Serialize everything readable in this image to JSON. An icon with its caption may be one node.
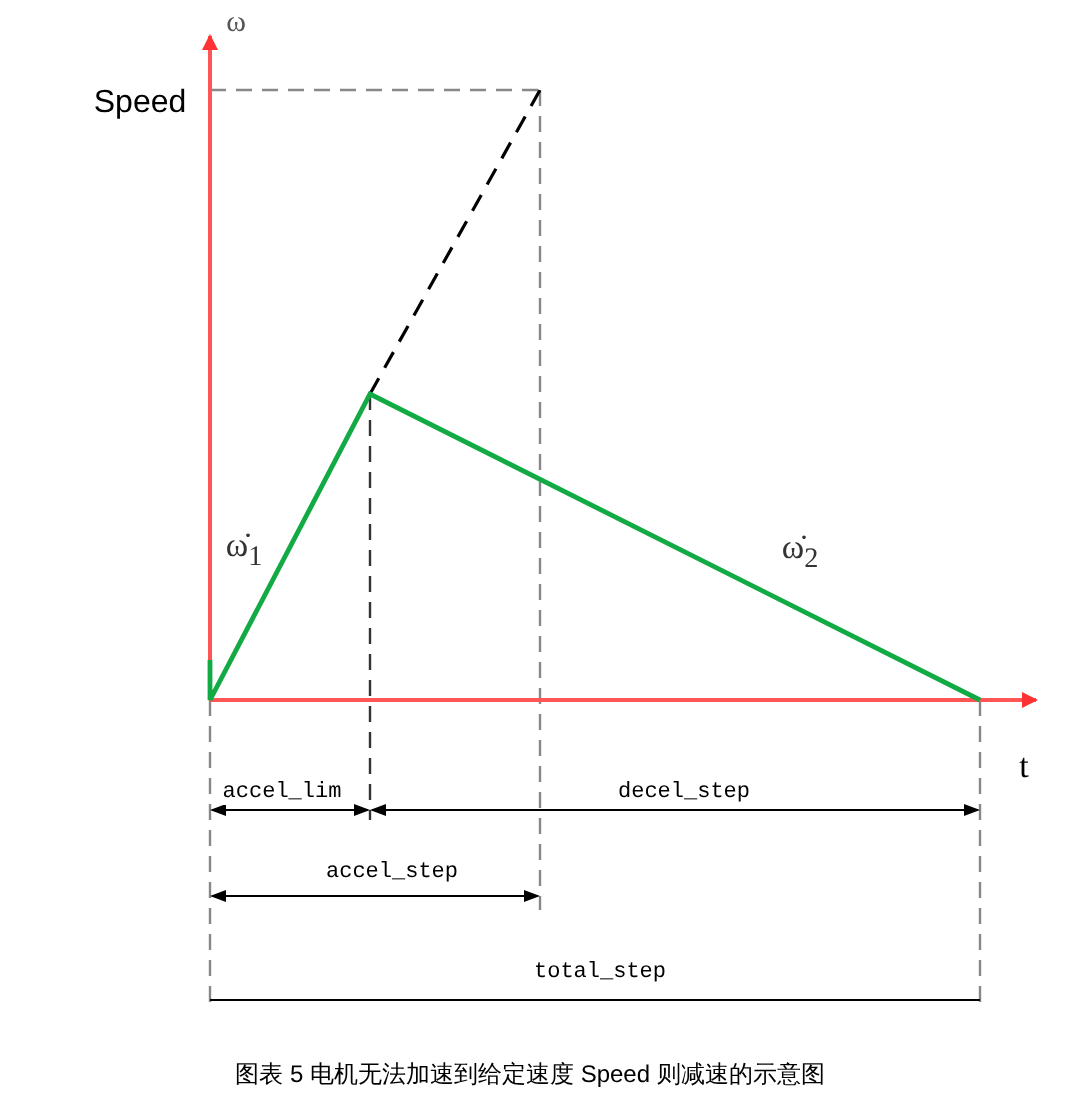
{
  "diagram": {
    "caption": "图表 5 电机无法加速到给定速度 Speed 则减速的示意图",
    "labels": [
      "ω",
      "Speed",
      "ω̇$_{1}$",
      "ω̇$_{2}$",
      "t",
      "accel_lim",
      "decel_step",
      "accel_step",
      "total_step"
    ]
  }
}
